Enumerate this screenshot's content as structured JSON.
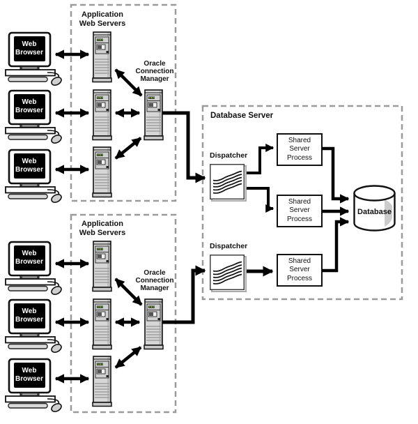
{
  "diagram": {
    "top_cluster": {
      "clients": [
        {
          "label": "Web Browser"
        },
        {
          "label": "Web Browser"
        },
        {
          "label": "Web Browser"
        }
      ],
      "app_servers_title": "Application Web Servers",
      "connection_manager_label": "Oracle Connection Manager"
    },
    "bottom_cluster": {
      "clients": [
        {
          "label": "Web Browser"
        },
        {
          "label": "Web Browser"
        },
        {
          "label": "Web Browser"
        }
      ],
      "app_servers_title": "Application Web Servers",
      "connection_manager_label": "Oracle Connection Manager"
    },
    "database_server": {
      "title": "Database Server",
      "dispatchers": [
        {
          "label": "Dispatcher"
        },
        {
          "label": "Dispatcher"
        }
      ],
      "shared_server_processes": [
        {
          "label": "Shared Server Process"
        },
        {
          "label": "Shared Server Process"
        },
        {
          "label": "Shared Server Process"
        }
      ],
      "database": {
        "label": "Database"
      }
    },
    "colors": {
      "arrow": "#000000",
      "dashed_border": "#9a9a9a",
      "tower_fill": "#d6d6d6",
      "monitor_screen": "#000000",
      "cylinder_shade": "#cccccc"
    }
  }
}
